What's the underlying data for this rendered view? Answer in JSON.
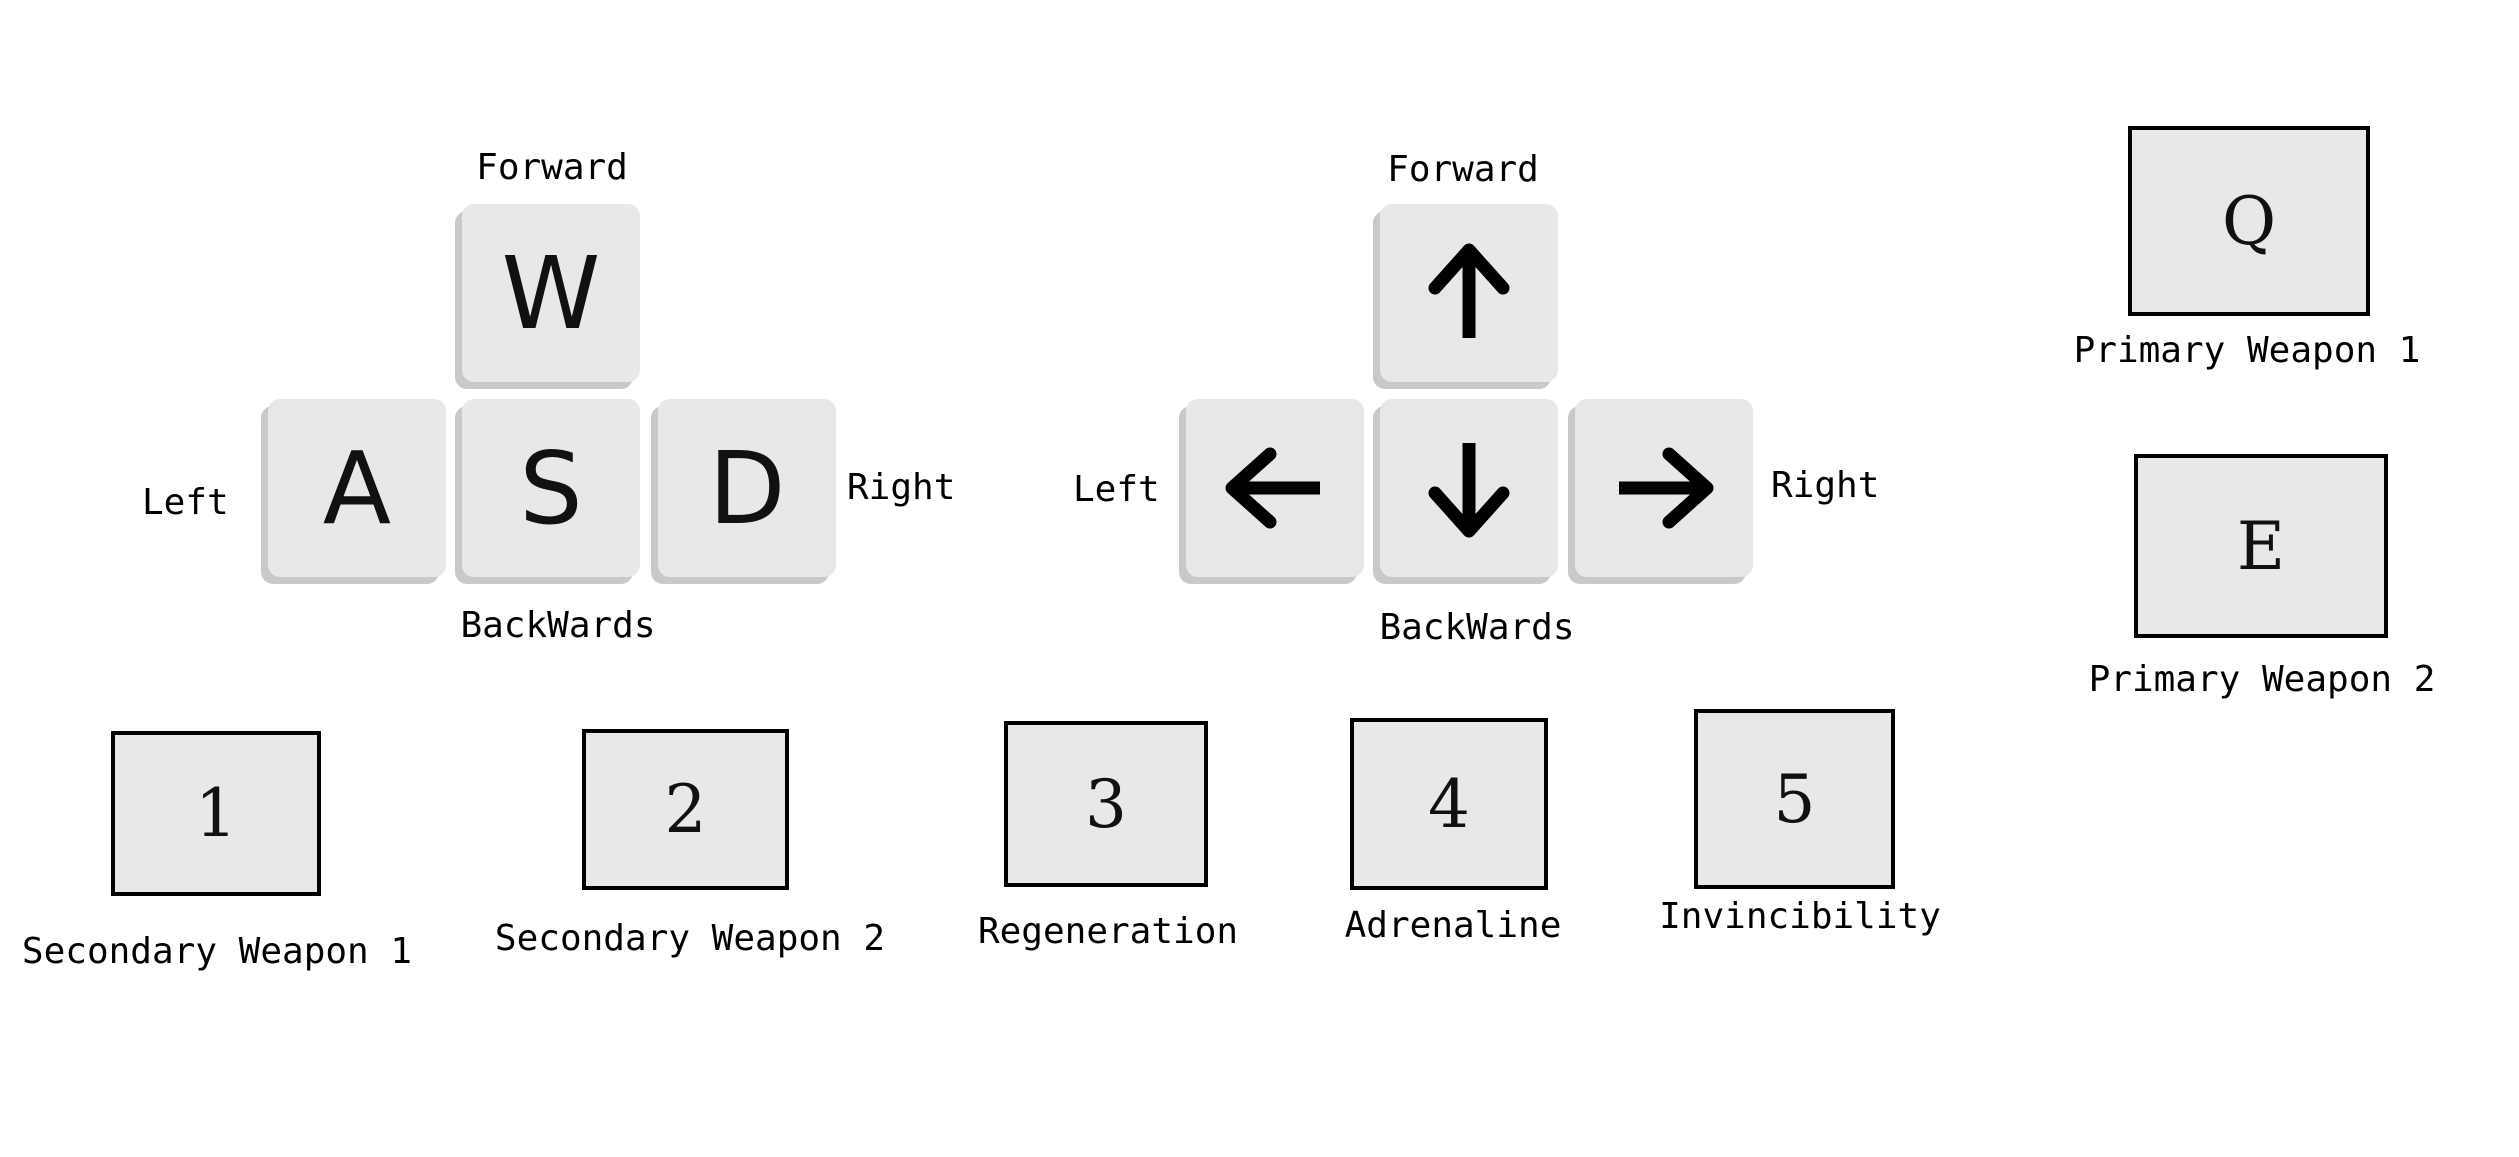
{
  "movement_wasd": {
    "forward_label": "Forward",
    "left_label": "Left",
    "right_label": "Right",
    "backward_label": "BackWards",
    "keys": {
      "w": "W",
      "a": "A",
      "s": "S",
      "d": "D"
    }
  },
  "movement_arrows": {
    "forward_label": "Forward",
    "left_label": "Left",
    "right_label": "Right",
    "backward_label": "BackWards",
    "icons": {
      "up": "arrow-up-icon",
      "left": "arrow-left-icon",
      "down": "arrow-down-icon",
      "right": "arrow-right-icon"
    }
  },
  "weapons": [
    {
      "key": "Q",
      "label": "Primary Weapon 1"
    },
    {
      "key": "E",
      "label": "Primary Weapon 2"
    }
  ],
  "abilities": [
    {
      "key": "1",
      "label": "Secondary Weapon 1"
    },
    {
      "key": "2",
      "label": "Secondary Weapon 2"
    },
    {
      "key": "3",
      "label": "Regeneration"
    },
    {
      "key": "4",
      "label": "Adrenaline"
    },
    {
      "key": "5",
      "label": "Invincibility"
    }
  ],
  "colors": {
    "key_face": "#e8e8e8",
    "key_shadow": "#c9c9c9",
    "border": "#000000"
  }
}
